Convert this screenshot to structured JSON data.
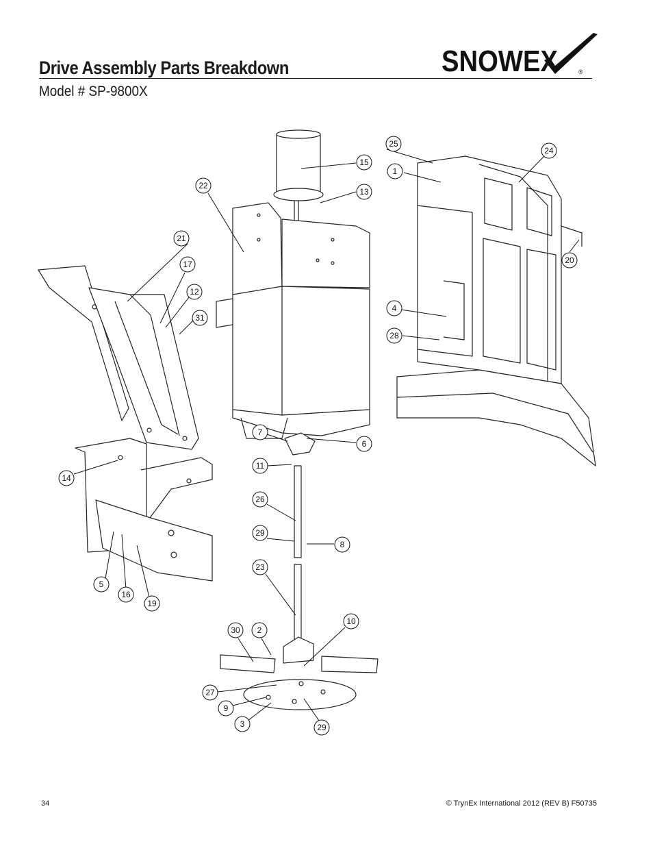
{
  "header": {
    "title": "Drive Assembly Parts Breakdown",
    "model": "Model # SP-9800X",
    "brand_logo": "SNOWEX"
  },
  "footer": {
    "page_number": "34",
    "copyright": "© TrynEx International 2012  (REV B) F50735"
  },
  "diagram": {
    "callouts": [
      {
        "label": "25"
      },
      {
        "label": "24"
      },
      {
        "label": "1"
      },
      {
        "label": "15"
      },
      {
        "label": "13"
      },
      {
        "label": "22"
      },
      {
        "label": "21"
      },
      {
        "label": "17"
      },
      {
        "label": "12"
      },
      {
        "label": "31"
      },
      {
        "label": "20"
      },
      {
        "label": "4"
      },
      {
        "label": "28"
      },
      {
        "label": "7"
      },
      {
        "label": "6"
      },
      {
        "label": "14"
      },
      {
        "label": "11"
      },
      {
        "label": "26"
      },
      {
        "label": "29"
      },
      {
        "label": "8"
      },
      {
        "label": "23"
      },
      {
        "label": "5"
      },
      {
        "label": "16"
      },
      {
        "label": "19"
      },
      {
        "label": "10"
      },
      {
        "label": "30"
      },
      {
        "label": "2"
      },
      {
        "label": "27"
      },
      {
        "label": "9"
      },
      {
        "label": "3"
      },
      {
        "label": "29"
      }
    ]
  }
}
